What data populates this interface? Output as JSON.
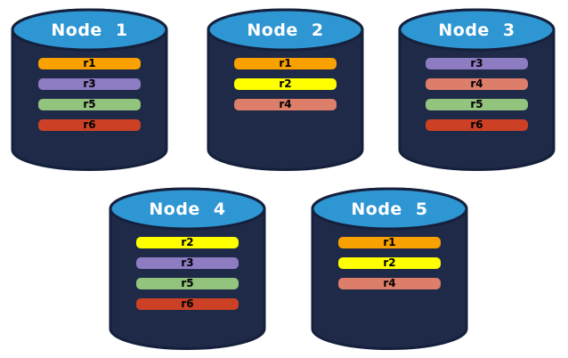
{
  "diagram": {
    "description": "Five database nodes holding replicated partitions"
  },
  "colors": {
    "background": "#ffffff",
    "cylinder_body": "#1F2A48",
    "cylinder_outline": "#15203C",
    "cylinder_top": "#2E96D3",
    "title_text": "#ffffff",
    "bar_text": "#000000"
  },
  "replica_colors": {
    "r1": "#F9A100",
    "r2": "#FFFF00",
    "r3": "#8E7CC3",
    "r4": "#DD7E6B",
    "r5": "#93C47D",
    "r6": "#CC4125"
  },
  "nodes": [
    {
      "title": "Node 1",
      "replicas": [
        "r1",
        "r3",
        "r5",
        "r6"
      ]
    },
    {
      "title": "Node 2",
      "replicas": [
        "r1",
        "r2",
        "r4"
      ]
    },
    {
      "title": "Node 3",
      "replicas": [
        "r3",
        "r4",
        "r5",
        "r6"
      ]
    },
    {
      "title": "Node 4",
      "replicas": [
        "r2",
        "r3",
        "r5",
        "r6"
      ]
    },
    {
      "title": "Node 5",
      "replicas": [
        "r1",
        "r2",
        "r4"
      ]
    }
  ]
}
